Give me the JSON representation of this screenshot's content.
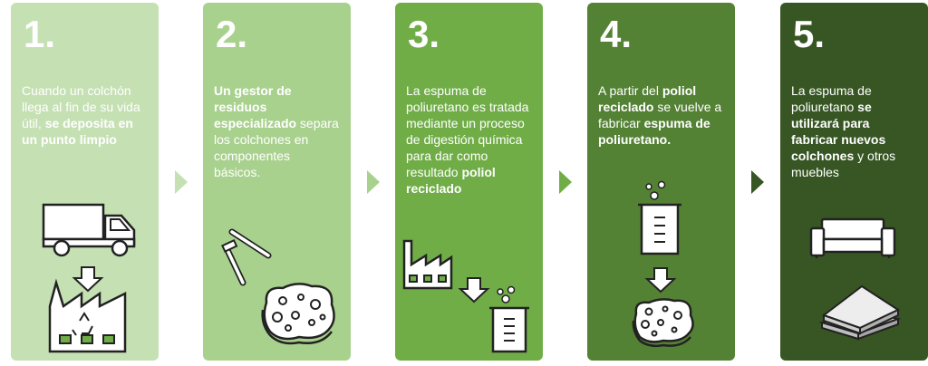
{
  "steps": [
    {
      "number": "1.",
      "parts": [
        {
          "t": "Cuando un colchón llega al fin de su vida útil, ",
          "b": false
        },
        {
          "t": "se deposita en un punto limpio",
          "b": true
        }
      ],
      "icons": [
        "truck-icon",
        "down-arrow-icon",
        "recycling-factory-icon"
      ]
    },
    {
      "number": "2.",
      "parts": [
        {
          "t": "Un gestor de residuos especializado",
          "b": true
        },
        {
          "t": " separa los colchones en componentes básicos.",
          "b": false
        }
      ],
      "icons": [
        "nails-icon",
        "sponge-icon"
      ]
    },
    {
      "number": "3.",
      "parts": [
        {
          "t": "La espuma de poliuretano es tratada mediante un proceso de digestión química para dar como resultado ",
          "b": false
        },
        {
          "t": "poliol reciclado",
          "b": true
        }
      ],
      "icons": [
        "factory-icon",
        "down-arrow-icon",
        "beaker-icon"
      ]
    },
    {
      "number": "4.",
      "parts": [
        {
          "t": "A partir del ",
          "b": false
        },
        {
          "t": "poliol reciclado",
          "b": true
        },
        {
          "t": " se vuelve a fabricar ",
          "b": false
        },
        {
          "t": "espuma de poliuretano.",
          "b": true
        }
      ],
      "icons": [
        "beaker-icon",
        "down-arrow-icon",
        "sponge-icon"
      ]
    },
    {
      "number": "5.",
      "parts": [
        {
          "t": "La espuma de poliuretano ",
          "b": false
        },
        {
          "t": "se utilizará para fabricar nuevos colchones",
          "b": true
        },
        {
          "t": " y otros muebles",
          "b": false
        }
      ],
      "icons": [
        "sofa-icon",
        "mattress-icon"
      ]
    }
  ],
  "colors": {
    "step1": "#c5e0b3",
    "step2": "#a9d18e",
    "step3": "#70ad47",
    "step4": "#548235",
    "step5": "#375623",
    "icon_stroke": "#222222"
  }
}
